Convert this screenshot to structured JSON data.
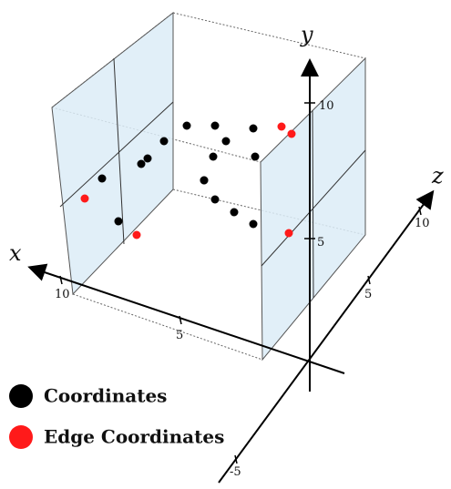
{
  "axes": {
    "x": {
      "label": "x",
      "ticks": [
        "10",
        "5"
      ]
    },
    "y": {
      "label": "y",
      "ticks": [
        "10",
        "5"
      ]
    },
    "z": {
      "label": "z",
      "ticks": [
        "10",
        "5",
        "-5"
      ]
    }
  },
  "legend": [
    {
      "label": "Coordinates",
      "color": "#000000"
    },
    {
      "label": "Edge Coordinates",
      "color": "#ff0000"
    }
  ],
  "colors": {
    "panel_fill": "#dcecf7",
    "panel_stroke": "#555555",
    "axis": "#000000"
  },
  "points": [
    {
      "kind": "coordinate"
    },
    {
      "kind": "coordinate"
    },
    {
      "kind": "coordinate"
    },
    {
      "kind": "coordinate"
    },
    {
      "kind": "coordinate"
    },
    {
      "kind": "coordinate"
    },
    {
      "kind": "coordinate"
    },
    {
      "kind": "coordinate"
    },
    {
      "kind": "coordinate"
    },
    {
      "kind": "coordinate"
    },
    {
      "kind": "coordinate"
    },
    {
      "kind": "coordinate"
    },
    {
      "kind": "coordinate"
    },
    {
      "kind": "coordinate"
    },
    {
      "kind": "coordinate"
    },
    {
      "kind": "coordinate"
    },
    {
      "kind": "edge"
    },
    {
      "kind": "edge"
    },
    {
      "kind": "edge"
    },
    {
      "kind": "edge"
    },
    {
      "kind": "edge"
    }
  ]
}
